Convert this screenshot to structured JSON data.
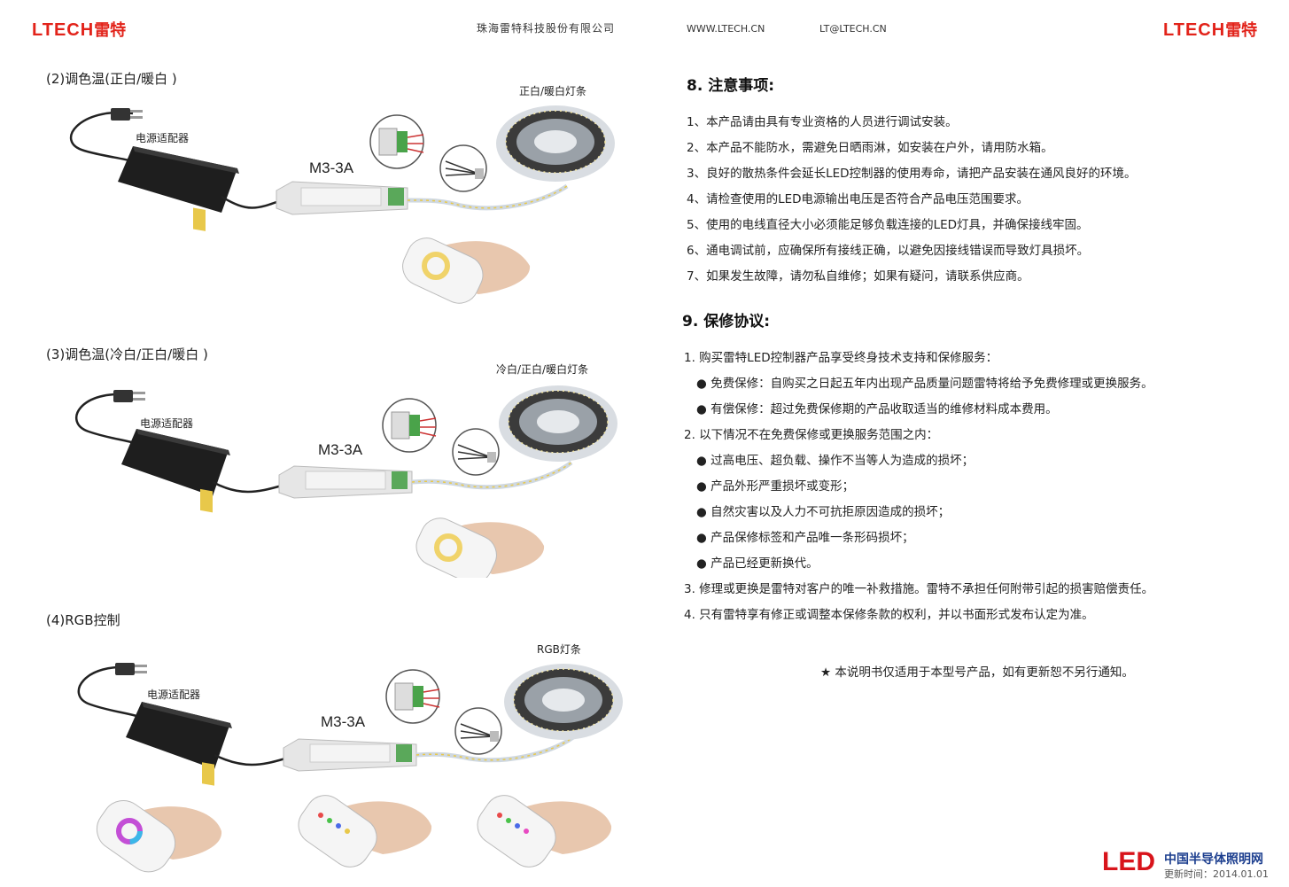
{
  "header": {
    "logo_left": "LTECH",
    "logo_left_cn": "雷特",
    "company": "珠海雷特科技股份有限公司",
    "website": "WWW.LTECH.CN",
    "email": "LT@LTECH.CN",
    "logo_right": "LTECH",
    "logo_right_cn": "雷特"
  },
  "diagrams": [
    {
      "title": "(2)调色温(正白/暖白 )",
      "adapter_label": "电源适配器",
      "controller_label": "M3-3A",
      "strip_label": "正白/暖白灯条"
    },
    {
      "title": "(3)调色温(冷白/正白/暖白 )",
      "adapter_label": "电源适配器",
      "controller_label": "M3-3A",
      "strip_label": "冷白/正白/暖白灯条"
    },
    {
      "title": "(4)RGB控制",
      "adapter_label": "电源适配器",
      "controller_label": "M3-3A",
      "strip_label": "RGB灯条"
    }
  ],
  "notes": {
    "heading": "8.   注意事项:",
    "items": [
      "1、本产品请由具有专业资格的人员进行调试安装。",
      "2、本产品不能防水，需避免日晒雨淋，如安装在户外，请用防水箱。",
      "3、良好的散热条件会延长LED控制器的使用寿命，请把产品安装在通风良好的环境。",
      "4、请检查使用的LED电源输出电压是否符合产品电压范围要求。",
      "5、使用的电线直径大小必须能足够负载连接的LED灯具，并确保接线牢固。",
      "6、通电调试前，应确保所有接线正确，以避免因接线错误而导致灯具损坏。",
      "7、如果发生故障，请勿私自维修；如果有疑问，请联系供应商。"
    ]
  },
  "warranty": {
    "heading": "9.  保修协议:",
    "items": [
      "1. 购买雷特LED控制器产品享受终身技术支持和保修服务：",
      "● 免费保修：自购买之日起五年内出现产品质量问题雷特将给予免费修理或更换服务。",
      "● 有偿保修：超过免费保修期的产品收取适当的维修材料成本费用。",
      "2. 以下情况不在免费保修或更换服务范围之内：",
      "● 过高电压、超负载、操作不当等人为造成的损坏；",
      "● 产品外形严重损坏或变形；",
      "● 自然灾害以及人力不可抗拒原因造成的损坏；",
      "● 产品保修标签和产品唯一条形码损坏；",
      "● 产品已经更新换代。",
      "3. 修理或更换是雷特对客户的唯一补救措施。雷特不承担任何附带引起的损害赔偿责任。",
      "4. 只有雷特享有修正或调整本保修条款的权利，并以书面形式发布认定为准。"
    ],
    "footnote": "★ 本说明书仅适用于本型号产品，如有更新恕不另行通知。"
  },
  "watermark": {
    "logo": "LED",
    "site_name": "中国半导体照明网",
    "sub": "更新时间：2014.01.01"
  },
  "colors": {
    "brand_red": "#e2231a",
    "text": "#222222"
  }
}
